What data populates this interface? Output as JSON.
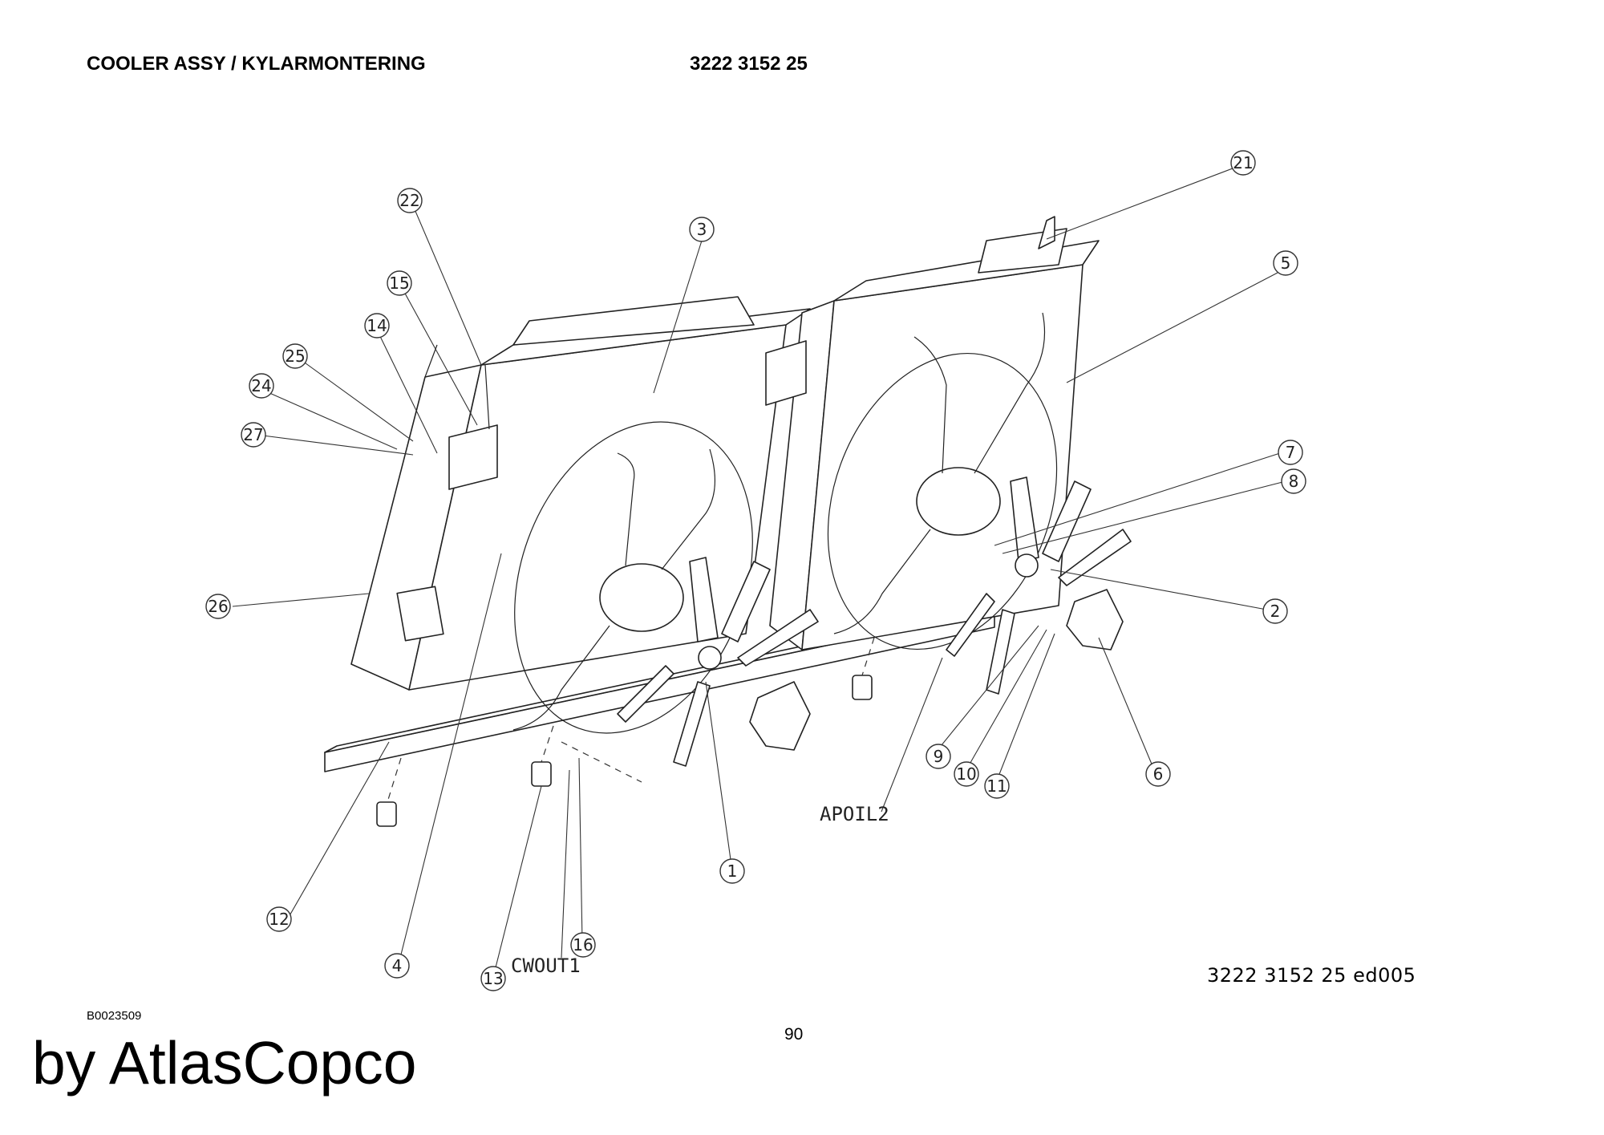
{
  "header": {
    "title": "COOLER ASSY / KYLARMONTERING",
    "part_number": "3222 3152 25"
  },
  "diagram": {
    "callouts": [
      "1",
      "2",
      "3",
      "4",
      "5",
      "6",
      "7",
      "8",
      "9",
      "10",
      "11",
      "12",
      "13",
      "14",
      "15",
      "16",
      "21",
      "22",
      "24",
      "25",
      "26",
      "27"
    ],
    "connection_labels": [
      "APOIL2",
      "CWOUT1"
    ]
  },
  "footer": {
    "reference": "3222 3152 25 ed005",
    "document_code": "B0023509",
    "page": "90",
    "brand": "by AtlasCopco"
  }
}
